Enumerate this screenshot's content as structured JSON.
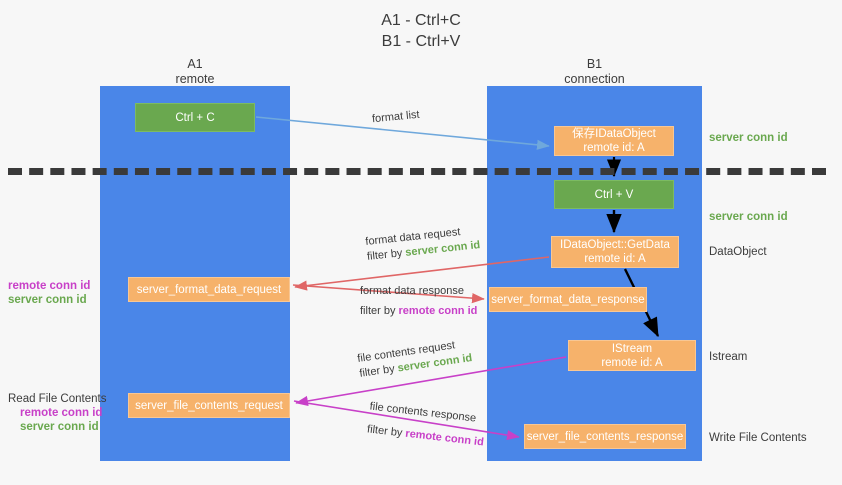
{
  "title": {
    "line1": "A1 - Ctrl+C",
    "line2": "B1 - Ctrl+V"
  },
  "lanes": [
    {
      "id": "A1",
      "name": "A1",
      "subtitle": "remote"
    },
    {
      "id": "B1",
      "name": "B1",
      "subtitle": "connection"
    }
  ],
  "nodes": {
    "ctrl_c": {
      "label": "Ctrl + C",
      "color": "#6aa84f"
    },
    "idataobject": {
      "line1": "保存IDataObject",
      "line2": "remote id: A",
      "color": "#f6b26b"
    },
    "ctrl_v": {
      "label": "Ctrl + V",
      "color": "#6aa84f"
    },
    "getdata": {
      "line1": "IDataObject::GetData",
      "line2": "remote id: A",
      "color": "#f6b26b"
    },
    "istream": {
      "line1": "IStream",
      "line2": "remote id: A",
      "color": "#f6b26b"
    },
    "format_data_request": {
      "label": "server_format_data_request",
      "color": "#f6b26b"
    },
    "format_data_response": {
      "label": "server_format_data_response",
      "color": "#f6b26b"
    },
    "file_contents_request": {
      "label": "server_file_contents_request",
      "color": "#f6b26b"
    },
    "file_contents_response": {
      "label": "server_file_contents_response",
      "color": "#f6b26b"
    }
  },
  "flows": {
    "format_list": {
      "label": "format list"
    },
    "format_data_request": {
      "title": "format data request",
      "filter_prefix": "filter by ",
      "filter_key": "server conn id"
    },
    "format_data_response": {
      "title": "format data response",
      "filter_prefix": "filter by ",
      "filter_key": "remote conn id"
    },
    "file_contents_request": {
      "title": "file contents request",
      "filter_prefix": "filter by ",
      "filter_key": "server conn id"
    },
    "file_contents_response": {
      "title": "file contents response",
      "filter_prefix": "filter by ",
      "filter_key": "remote conn id"
    }
  },
  "annotations": {
    "right": [
      {
        "text": "server conn id",
        "kind": "server"
      },
      {
        "text": "server conn id",
        "kind": "server"
      },
      {
        "text": "DataObject",
        "kind": "plain"
      },
      {
        "text": "Istream",
        "kind": "plain"
      },
      {
        "text": "Write File Contents",
        "kind": "plain"
      }
    ],
    "left": [
      {
        "remote": "remote conn id",
        "server": "server conn id"
      },
      {
        "heading": "Read File Contents",
        "remote": "remote conn id",
        "server": "server conn id"
      }
    ]
  },
  "colors": {
    "lane": "#4a86e8",
    "green_node": "#6aa84f",
    "orange_node": "#f6b26b",
    "server_conn_id": "#6aa84f",
    "remote_conn_id": "#c840c8",
    "arrow_blue": "#6fa8dc",
    "arrow_red": "#e06666",
    "arrow_magenta": "#c840c8",
    "arrow_black": "#000000",
    "divider": "#3a3a3a",
    "background": "#f7f7f7"
  }
}
